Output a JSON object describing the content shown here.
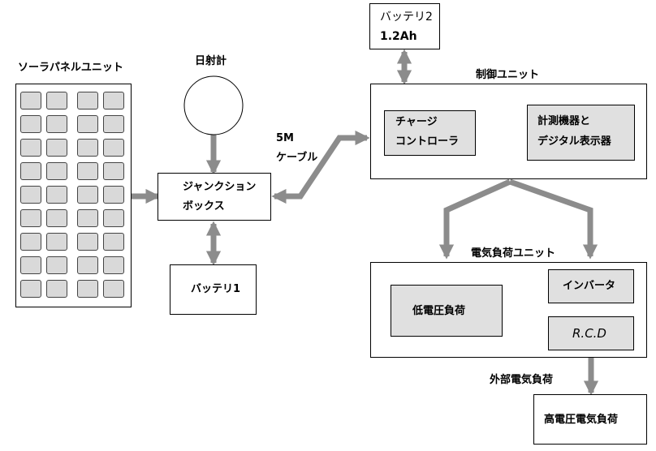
{
  "solar_panel": {
    "label": "ソーラパネルユニット",
    "rows": 9,
    "cols": 4
  },
  "pyranometer": {
    "label": "日射計"
  },
  "junction_box": {
    "line1": "ジャンクション",
    "line2": "ボックス"
  },
  "battery1": {
    "label": "バッテリ1"
  },
  "battery2": {
    "line1": "バッテリ2",
    "line2": "1.2Ah"
  },
  "cable": {
    "line1": "5M",
    "line2": "ケーブル"
  },
  "control_unit": {
    "label": "制御ユニット",
    "charge_controller": {
      "line1": "チャージ",
      "line2": "コントローラ"
    },
    "meters": {
      "line1": "計測機器と",
      "line2": "デジタル表示器"
    }
  },
  "load_unit": {
    "label": "電気負荷ユニット",
    "low_voltage": "低電圧負荷",
    "inverter": "インバータ",
    "rcd": "R.C.D"
  },
  "external_load": {
    "label": "外部電気負荷"
  },
  "high_voltage_load": {
    "label": "高電圧電気負荷"
  }
}
